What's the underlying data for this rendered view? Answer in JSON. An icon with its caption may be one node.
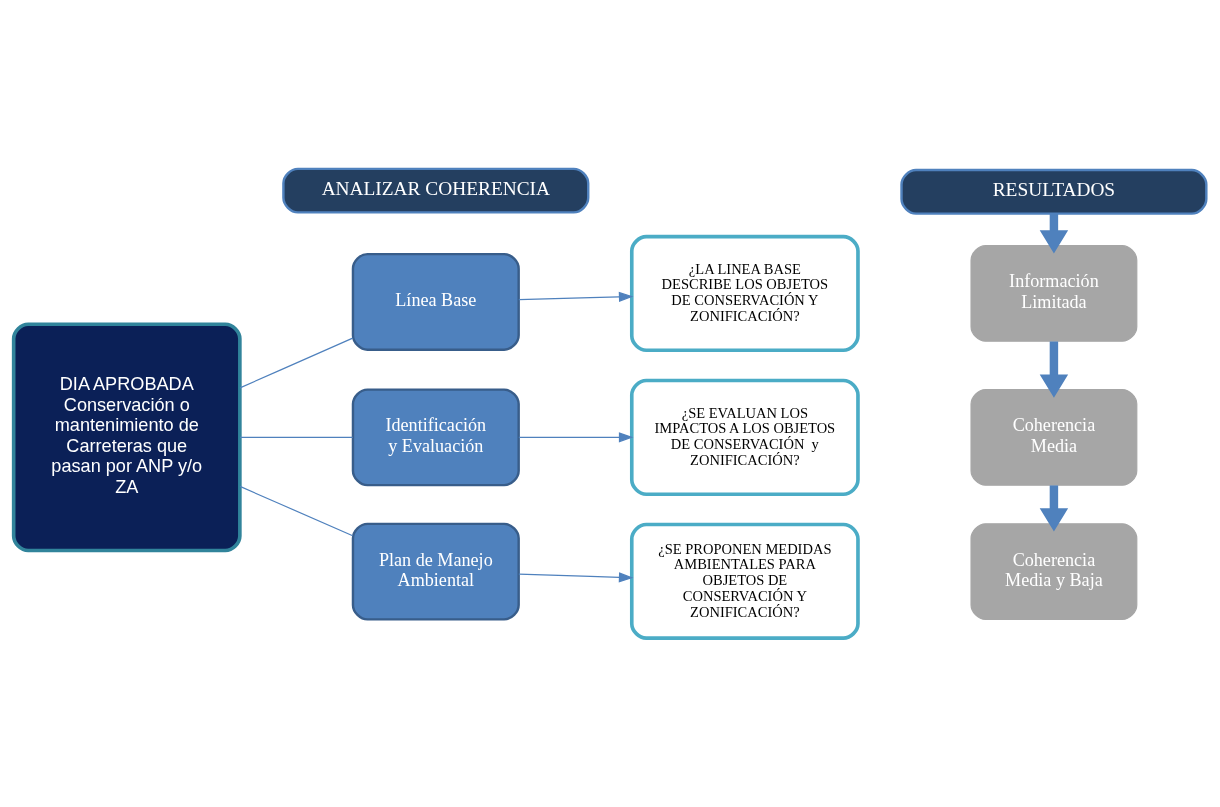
{
  "diagram": {
    "nodes": [
      {
        "text": [
          "ANALIZAR COHERENCIA"
        ]
      },
      {
        "text": [
          "RESULTADOS"
        ]
      },
      {
        "text": [
          "DIA APROBADA",
          "Conservación o mantenimiento de Carreteras que pasan por ANP y/o ZA"
        ]
      },
      {
        "text": [
          "Línea Base"
        ]
      },
      {
        "text": [
          "¿LA LINEA BASE DESCRIBE LOS OBJETOS DE CONSERVACIÓN Y ZONIFICACIÓN?"
        ]
      },
      {
        "text": [
          "Información Limitada"
        ]
      },
      {
        "text": [
          "Identificación y Evaluación"
        ]
      },
      {
        "text": [
          "¿SE EVALUAN LOS IMPACTOS A LOS OBJETOS DE CONSERVACIÓN  y ZONIFICACIÓN?"
        ]
      },
      {
        "text": [
          "Coherencia Media"
        ]
      },
      {
        "text": [
          "Plan de Manejo Ambiental"
        ]
      },
      {
        "text": [
          "¿SE PROPONEN MEDIDAS AMBIENTALES PARA OBJETOS DE CONSERVACIÓN Y ZONIFICACIÓN?"
        ]
      },
      {
        "text": [
          "Coherencia Media y Baja"
        ]
      }
    ],
    "edges": [
      {
        "from": 2,
        "to": 3,
        "arrow": "none"
      },
      {
        "from": 2,
        "to": 6,
        "arrow": "none"
      },
      {
        "from": 2,
        "to": 9,
        "arrow": "none"
      },
      {
        "from": 3,
        "to": 4,
        "arrow": "to"
      },
      {
        "from": 6,
        "to": 7,
        "arrow": "to"
      },
      {
        "from": 9,
        "to": 10,
        "arrow": "to"
      },
      {
        "from": 1,
        "to": 5,
        "arrow": "to",
        "style": "thick"
      },
      {
        "from": 5,
        "to": 8,
        "arrow": "to",
        "style": "thick"
      },
      {
        "from": 8,
        "to": 11,
        "arrow": "to",
        "style": "thick"
      }
    ]
  }
}
